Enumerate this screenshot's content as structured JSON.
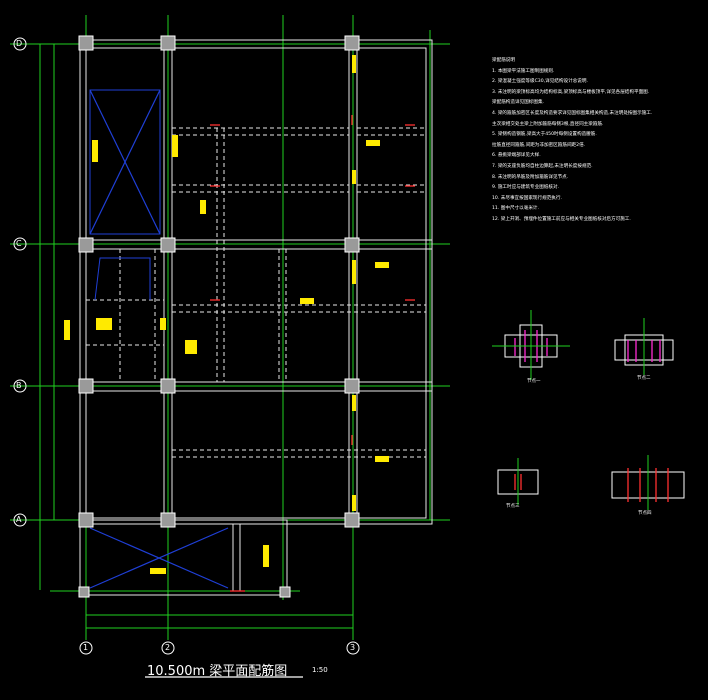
{
  "drawing": {
    "title": "10.500m 梁平面配筋图",
    "scale": "1:50",
    "axes_rows": [
      "D",
      "C",
      "B",
      "A"
    ],
    "axes_cols": [
      "1",
      "2",
      "3"
    ]
  },
  "notes": {
    "heading": "梁配筋说明",
    "lines": [
      "1. 本图梁平法施工图制图规则.",
      "2. 梁混凝土强度等级C30,详见结构设计总说明.",
      "3. 未注明的梁顶标高均为结构标高,梁顶标高与楼板顶平,详见各层结构平面图.",
      "   梁配筋构造详见国标图集.",
      "4. 梁的箍筋加密区长度及构造要求详见国标图集相关构造,未注明处按图示施工.",
      "   主次梁相交处主梁上附加箍筋每侧3根,直径同主梁箍筋.",
      "5. 梁侧构造钢筋,梁高大于450时每侧设置构造腰筋.",
      "   拉筋直径同箍筋,间距为非加密区箍筋间距2倍.",
      "6. 悬挑梁端部详见大样.",
      "7. 梁的支座负筋均自柱边算起,未注明长度按规范.",
      "8. 未注明的吊筋及附加箍筋详见节点.",
      "9. 施工时应与建筑专业图纸核对.",
      "10. 未尽事宜按国家现行规范执行.",
      "11. 图中尺寸以毫米计.",
      "12. 梁上开洞、预埋件位置施工前应与相关专业图纸核对后方可施工."
    ]
  },
  "details": {
    "d1_label": "节点一",
    "d2_label": "节点二",
    "d3_label": "节点三",
    "d4_label": "节点四"
  }
}
